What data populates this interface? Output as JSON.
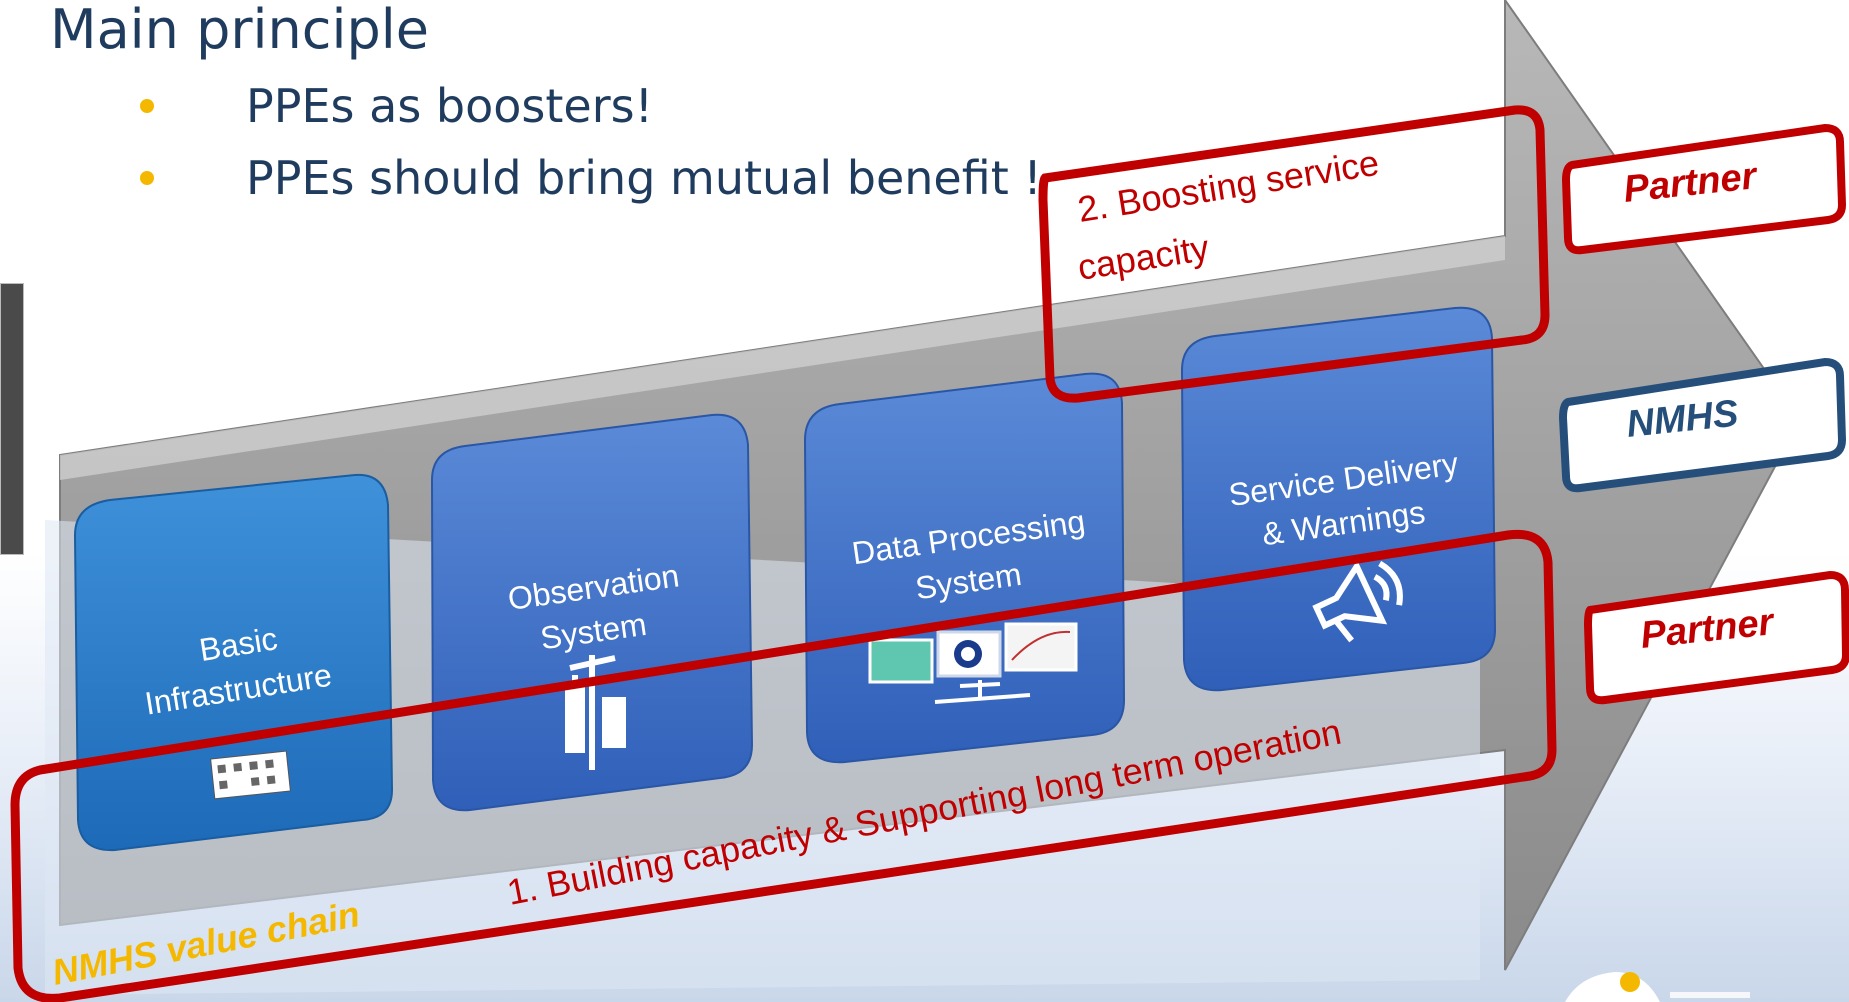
{
  "slide": {
    "title": "Main principle",
    "bullets": [
      "PPEs as boosters!",
      "PPEs should bring mutual benefit !"
    ]
  },
  "diagram": {
    "boxes": [
      {
        "line1": "Basic",
        "line2": "Infrastructure"
      },
      {
        "line1": "Observation",
        "line2": "System"
      },
      {
        "line1": "Data Processing",
        "line2": "System"
      },
      {
        "line1": "Service Delivery",
        "line2": "& Warnings"
      }
    ],
    "value_chain_label": "NMHS value chain",
    "callout_top": {
      "line1": "2. Boosting service",
      "line2": "capacity"
    },
    "callout_bottom": "1.   Building capacity & Supporting long term operation",
    "right_labels": {
      "top": "Partner",
      "middle": "NMHS",
      "bottom": "Partner"
    }
  },
  "colors": {
    "arrow": "#9a9a9a",
    "box": "#3f6fc6",
    "box_first": "#2577c7",
    "highlight_red": "#c00000",
    "nmhs_blue": "#254f7a",
    "label_yellow": "#f5b800",
    "title_blue": "#1f3b5e"
  },
  "icons": [
    "building-icon",
    "weather-station-icon",
    "monitors-icon",
    "megaphone-icon",
    "logo-icon"
  ]
}
